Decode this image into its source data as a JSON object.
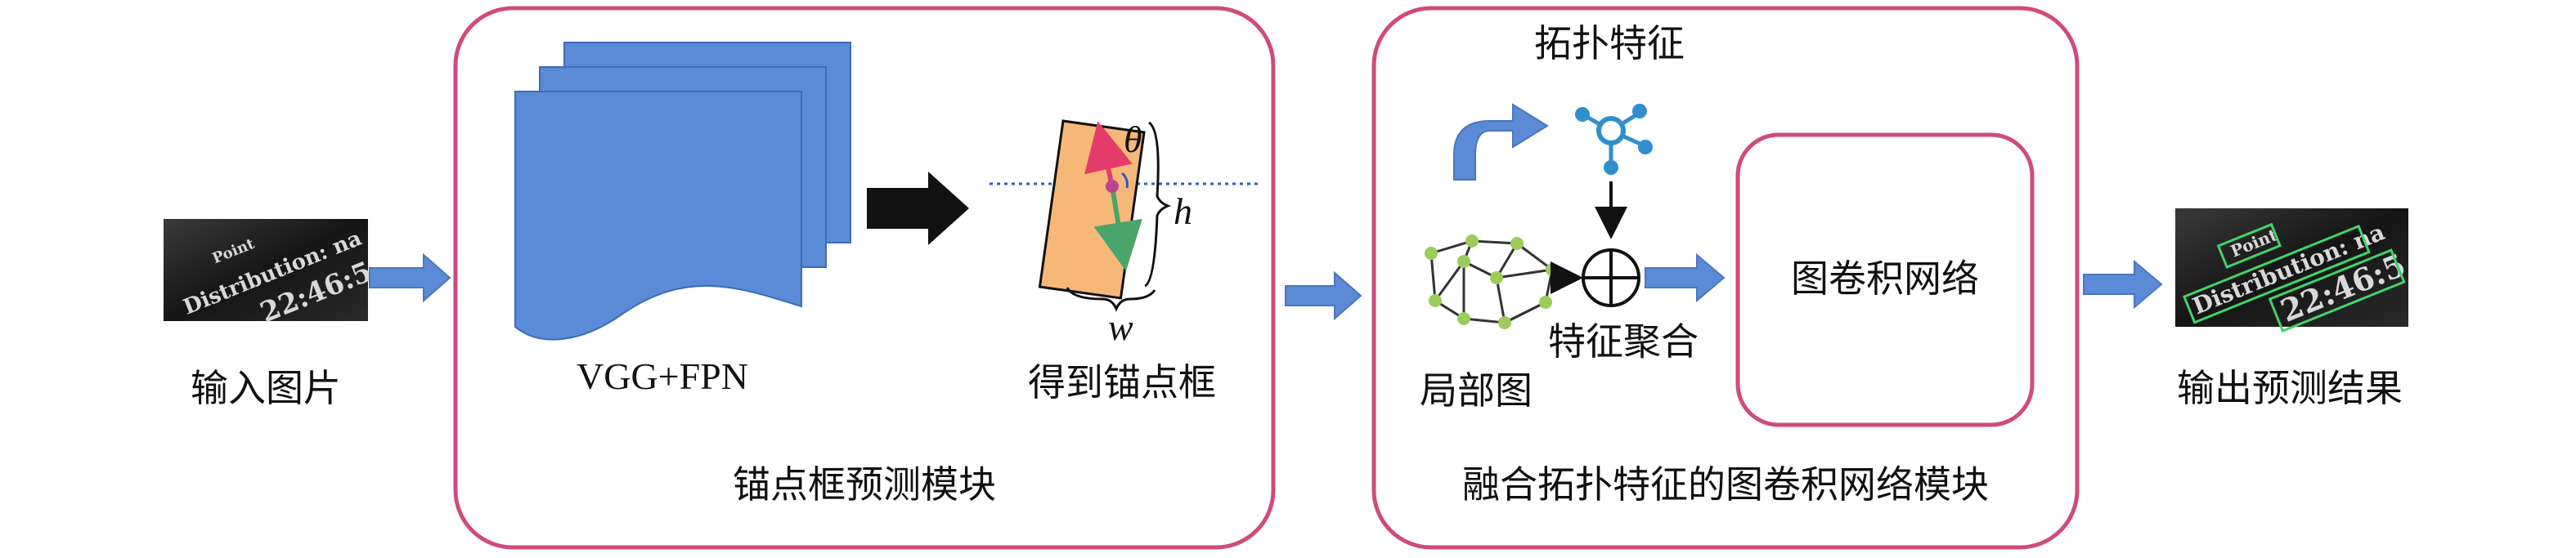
{
  "input_label": "输入图片",
  "output_label": "输出预测结果",
  "anchor_module": {
    "backbone_label": "VGG+FPN",
    "anchor_label": "得到锚点框",
    "module_title": "锚点框预测模块",
    "symbols": {
      "theta": "θ",
      "h": "h",
      "w": "w"
    }
  },
  "gcn_module": {
    "topology_label": "拓扑特征",
    "local_graph_label": "局部图",
    "aggregation_label": "特征聚合",
    "gcn_label": "图卷积网络",
    "module_title": "融合拓扑特征的图卷积网络模块"
  },
  "image_text": {
    "line1": "Point",
    "line2": "Distribution: na",
    "line3": "22:46:5"
  },
  "colors": {
    "module_border": "#d04a7e",
    "feature_map": "#5b8bd6",
    "arrow_blue": "#5b8bd6",
    "anchor_fill": "#f6b878",
    "arrow_red": "#e33c6a",
    "arrow_green": "#4aa56b",
    "node_green": "#9ccc5a",
    "topology_node": "#2f8fce"
  }
}
